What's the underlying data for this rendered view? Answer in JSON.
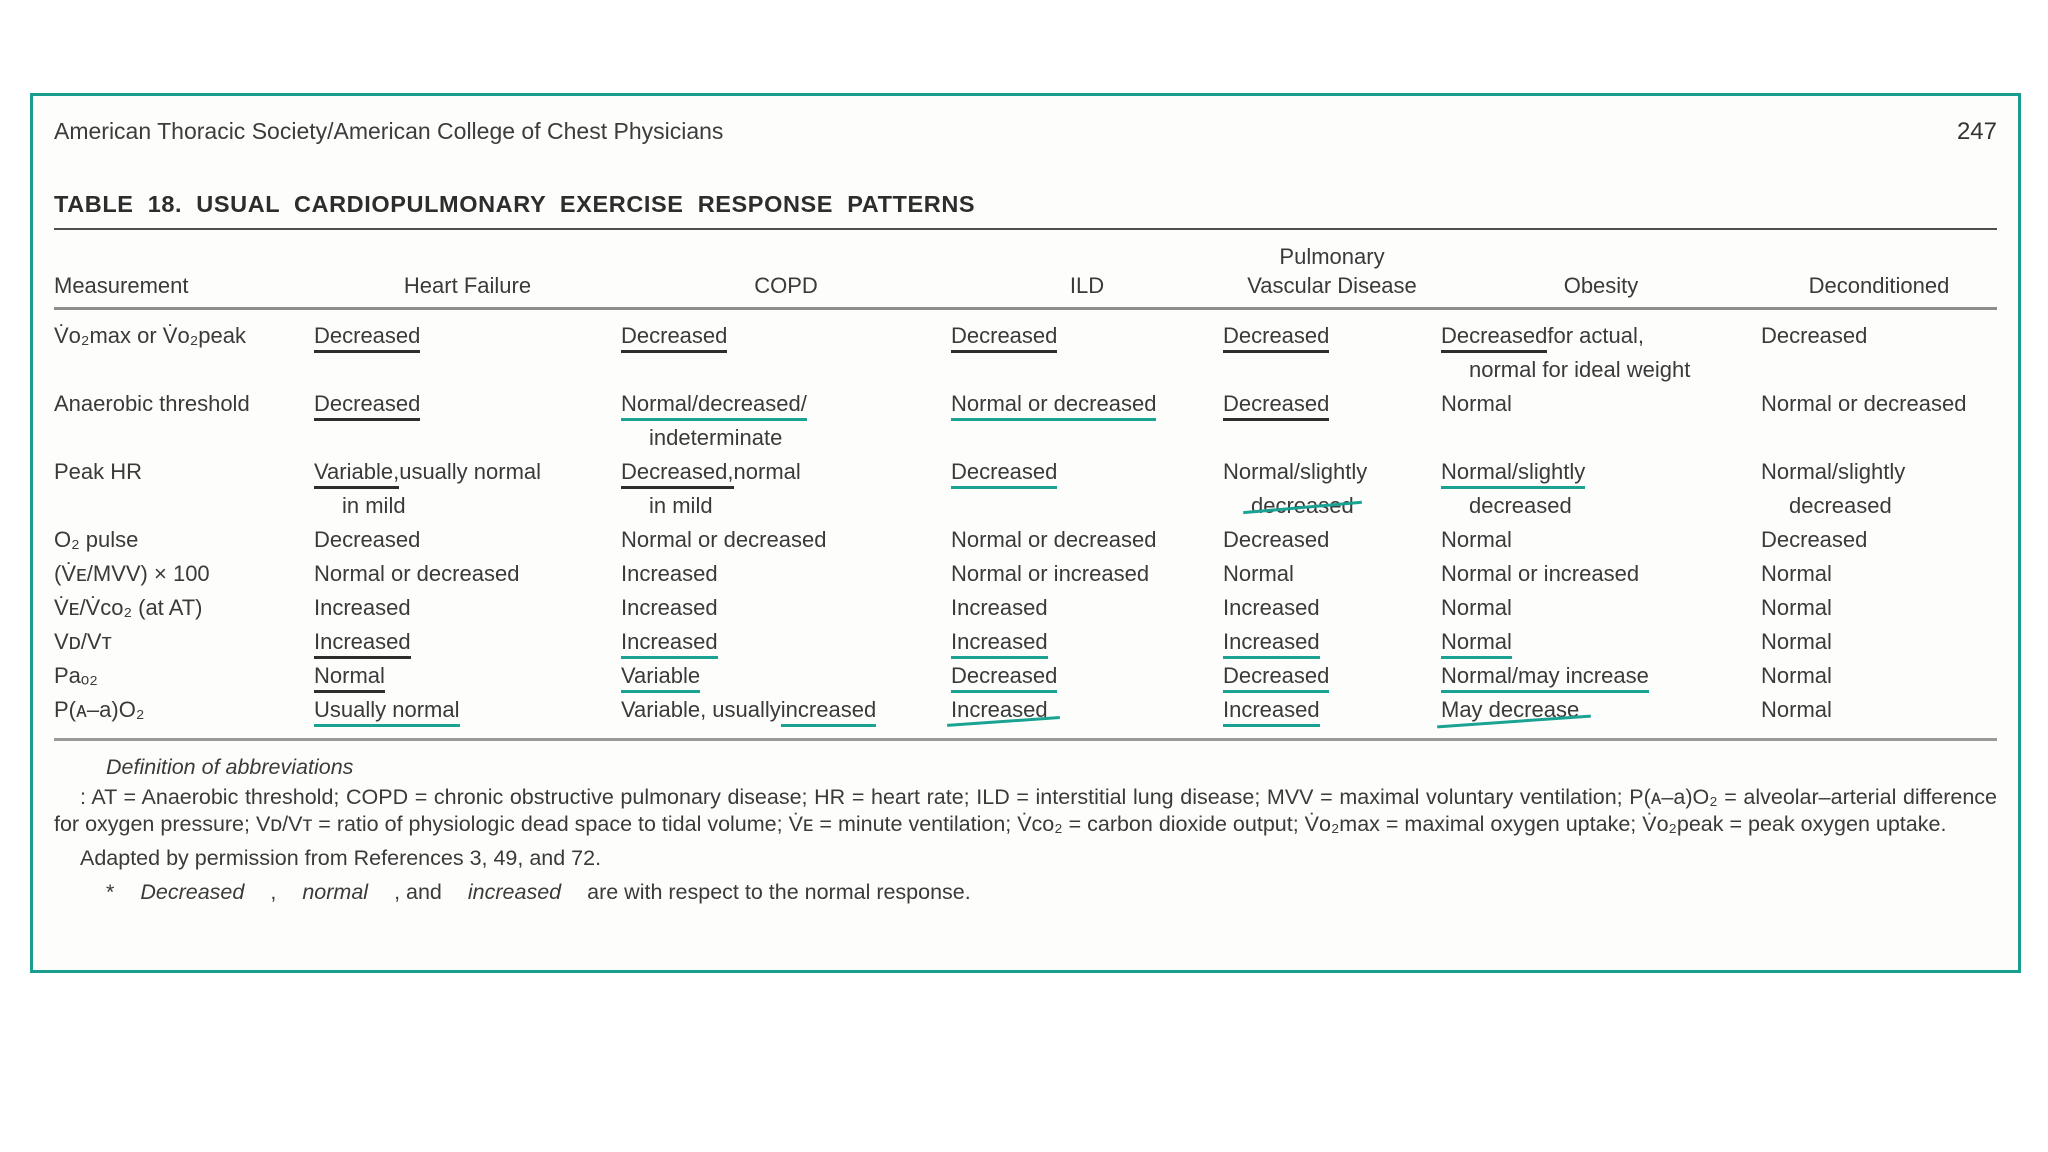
{
  "page": {
    "running_header": "American Thoracic Society/American College of Chest Physicians",
    "page_number": "247"
  },
  "colors": {
    "accent_teal": "#199e8d",
    "annotation_teal": "#1aa392",
    "underline_dark": "#2e2e2e",
    "ink": "#3a3a3a"
  },
  "table": {
    "title": "TABLE 18. USUAL CARDIOPULMONARY EXERCISE RESPONSE PATTERNS",
    "columns": [
      {
        "top": "",
        "label": "Measurement"
      },
      {
        "top": "",
        "label": "Heart Failure"
      },
      {
        "top": "",
        "label": "COPD"
      },
      {
        "top": "",
        "label": "ILD"
      },
      {
        "top": "Pulmonary",
        "label": "Vascular Disease"
      },
      {
        "top": "",
        "label": "Obesity"
      },
      {
        "top": "",
        "label": "Deconditioned"
      }
    ],
    "rows": [
      {
        "measurement": "V̇ᴏ₂max or V̇ᴏ₂peak",
        "hf": [
          {
            "seg": [
              {
                "t": "Decreased ",
                "u": "dark"
              }
            ]
          }
        ],
        "copd": [
          {
            "seg": [
              {
                "t": "Decreased",
                "u": "dark"
              }
            ]
          }
        ],
        "ild": [
          {
            "seg": [
              {
                "t": "Decreased ",
                "u": "dark"
              }
            ]
          }
        ],
        "pvd": [
          {
            "seg": [
              {
                "t": "Decreased",
                "u": "dark"
              }
            ]
          }
        ],
        "obesity": [
          {
            "seg": [
              {
                "t": "Decreased ",
                "u": "dark"
              },
              {
                "t": "for actual,"
              }
            ]
          },
          {
            "indent": true,
            "seg": [
              {
                "t": "normal for ideal weight"
              }
            ]
          }
        ],
        "decond": [
          {
            "seg": [
              {
                "t": "Decreased"
              }
            ]
          }
        ]
      },
      {
        "measurement": "Anaerobic threshold",
        "hf": [
          {
            "seg": [
              {
                "t": "Decreased",
                "u": "dark"
              }
            ]
          }
        ],
        "copd": [
          {
            "seg": [
              {
                "t": "Normal/decreased/",
                "u": "teal"
              }
            ]
          },
          {
            "indent": true,
            "seg": [
              {
                "t": "indeterminate"
              }
            ]
          }
        ],
        "ild": [
          {
            "seg": [
              {
                "t": "Normal or decreased",
                "u": "teal"
              }
            ]
          }
        ],
        "pvd": [
          {
            "seg": [
              {
                "t": "Decreased ",
                "u": "dark"
              }
            ]
          }
        ],
        "obesity": [
          {
            "seg": [
              {
                "t": "Normal"
              }
            ]
          }
        ],
        "decond": [
          {
            "seg": [
              {
                "t": "Normal or decreased"
              }
            ]
          }
        ]
      },
      {
        "measurement": "Peak HR",
        "hf": [
          {
            "seg": [
              {
                "t": "Variable,",
                "u": "dark"
              },
              {
                "t": " usually normal"
              }
            ]
          },
          {
            "indent": true,
            "seg": [
              {
                "t": "in mild"
              }
            ]
          }
        ],
        "copd": [
          {
            "seg": [
              {
                "t": "Decreased, ",
                "u": "dark"
              },
              {
                "t": "normal"
              }
            ]
          },
          {
            "indent": true,
            "seg": [
              {
                "t": "in mild"
              }
            ]
          }
        ],
        "ild": [
          {
            "seg": [
              {
                "t": "Decreased",
                "u": "teal"
              }
            ]
          }
        ],
        "pvd": [
          {
            "seg": [
              {
                "t": "Normal/slightly"
              }
            ]
          },
          {
            "indent": true,
            "seg": [
              {
                "t": "decreased",
                "u": "teal-cross"
              }
            ]
          }
        ],
        "obesity": [
          {
            "seg": [
              {
                "t": "Normal/slightly",
                "u": "teal"
              }
            ]
          },
          {
            "indent": true,
            "seg": [
              {
                "t": "decreased"
              }
            ]
          }
        ],
        "decond": [
          {
            "seg": [
              {
                "t": "Normal/slightly"
              }
            ]
          },
          {
            "indent": true,
            "seg": [
              {
                "t": "decreased"
              }
            ]
          }
        ]
      },
      {
        "measurement": "O₂ pulse",
        "hf": [
          {
            "seg": [
              {
                "t": "Decreased"
              }
            ]
          }
        ],
        "copd": [
          {
            "seg": [
              {
                "t": "Normal or decreased"
              }
            ]
          }
        ],
        "ild": [
          {
            "seg": [
              {
                "t": "Normal or decreased"
              }
            ]
          }
        ],
        "pvd": [
          {
            "seg": [
              {
                "t": "Decreased"
              }
            ]
          }
        ],
        "obesity": [
          {
            "seg": [
              {
                "t": "Normal"
              }
            ]
          }
        ],
        "decond": [
          {
            "seg": [
              {
                "t": "Decreased"
              }
            ]
          }
        ]
      },
      {
        "measurement": "(V̇ᴇ/MVV) × 100",
        "hf": [
          {
            "seg": [
              {
                "t": "Normal or decreased"
              }
            ]
          }
        ],
        "copd": [
          {
            "seg": [
              {
                "t": "Increased"
              }
            ]
          }
        ],
        "ild": [
          {
            "seg": [
              {
                "t": "Normal or increased"
              }
            ]
          }
        ],
        "pvd": [
          {
            "seg": [
              {
                "t": "Normal"
              }
            ]
          }
        ],
        "obesity": [
          {
            "seg": [
              {
                "t": "Normal or increased"
              }
            ]
          }
        ],
        "decond": [
          {
            "seg": [
              {
                "t": "Normal"
              }
            ]
          }
        ]
      },
      {
        "measurement": "V̇ᴇ/V̇ᴄᴏ₂ (at AT)",
        "hf": [
          {
            "seg": [
              {
                "t": "Increased"
              }
            ]
          }
        ],
        "copd": [
          {
            "seg": [
              {
                "t": "Increased"
              }
            ]
          }
        ],
        "ild": [
          {
            "seg": [
              {
                "t": "Increased"
              }
            ]
          }
        ],
        "pvd": [
          {
            "seg": [
              {
                "t": "Increased"
              }
            ]
          }
        ],
        "obesity": [
          {
            "seg": [
              {
                "t": "Normal"
              }
            ]
          }
        ],
        "decond": [
          {
            "seg": [
              {
                "t": "Normal"
              }
            ]
          }
        ]
      },
      {
        "measurement": "Vᴅ/Vᴛ",
        "hf": [
          {
            "seg": [
              {
                "t": "Increased",
                "u": "dark"
              }
            ]
          }
        ],
        "copd": [
          {
            "seg": [
              {
                "t": "Increased",
                "u": "teal"
              }
            ]
          }
        ],
        "ild": [
          {
            "seg": [
              {
                "t": "Increased",
                "u": "teal"
              }
            ]
          }
        ],
        "pvd": [
          {
            "seg": [
              {
                "t": "Increased",
                "u": "teal"
              }
            ]
          }
        ],
        "obesity": [
          {
            "seg": [
              {
                "t": "Normal ",
                "u": "teal"
              }
            ]
          }
        ],
        "decond": [
          {
            "seg": [
              {
                "t": "Normal"
              }
            ]
          }
        ]
      },
      {
        "measurement": "Paₒ₂",
        "hf": [
          {
            "seg": [
              {
                "t": "Normal ",
                "u": "dark"
              }
            ]
          }
        ],
        "copd": [
          {
            "seg": [
              {
                "t": "Variable",
                "u": "teal"
              }
            ]
          }
        ],
        "ild": [
          {
            "seg": [
              {
                "t": "Decreased",
                "u": "teal"
              }
            ]
          }
        ],
        "pvd": [
          {
            "seg": [
              {
                "t": "Decreased",
                "u": "teal"
              }
            ]
          }
        ],
        "obesity": [
          {
            "seg": [
              {
                "t": "Normal/may increase",
                "u": "teal"
              }
            ]
          }
        ],
        "decond": [
          {
            "seg": [
              {
                "t": "Normal"
              }
            ]
          }
        ]
      },
      {
        "measurement": "P(ᴀ–a)O₂",
        "hf": [
          {
            "seg": [
              {
                "t": "Usually normal",
                "u": "teal"
              }
            ]
          }
        ],
        "copd": [
          {
            "seg": [
              {
                "t": "Variable, usually "
              },
              {
                "t": "increased",
                "u": "teal"
              }
            ]
          }
        ],
        "ild": [
          {
            "seg": [
              {
                "t": "Increased",
                "u": "teal-slant"
              }
            ]
          }
        ],
        "pvd": [
          {
            "seg": [
              {
                "t": "Increased",
                "u": "teal"
              }
            ]
          }
        ],
        "obesity": [
          {
            "seg": [
              {
                "t": "May decrease",
                "u": "teal-slant"
              }
            ]
          }
        ],
        "decond": [
          {
            "seg": [
              {
                "t": "Normal"
              }
            ]
          }
        ]
      }
    ]
  },
  "footnotes": {
    "abbreviations": [
      {
        "t": "Definition of abbreviations",
        "i": true
      },
      {
        "t": ": AT = Anaerobic threshold; COPD = chronic obstructive pulmonary disease; HR = heart rate; ILD = interstitial lung disease; MVV = maximal voluntary ventilation; P(ᴀ–a)O₂ = alveolar–arterial difference for oxygen pressure; Vᴅ/Vᴛ = ratio of physiologic dead space to tidal volume; V̇ᴇ = minute ventilation; V̇ᴄᴏ₂ = carbon dioxide output; V̇ᴏ₂max = maximal oxygen uptake; V̇ᴏ₂peak = peak oxygen uptake."
      }
    ],
    "adapted": "Adapted by permission from References 3, 49, and 72.",
    "asterisk": [
      {
        "t": "* "
      },
      {
        "t": "Decreased",
        "i": true
      },
      {
        "t": ", "
      },
      {
        "t": "normal",
        "i": true
      },
      {
        "t": ", and "
      },
      {
        "t": "increased",
        "i": true
      },
      {
        "t": " are with respect to the normal response."
      }
    ]
  }
}
